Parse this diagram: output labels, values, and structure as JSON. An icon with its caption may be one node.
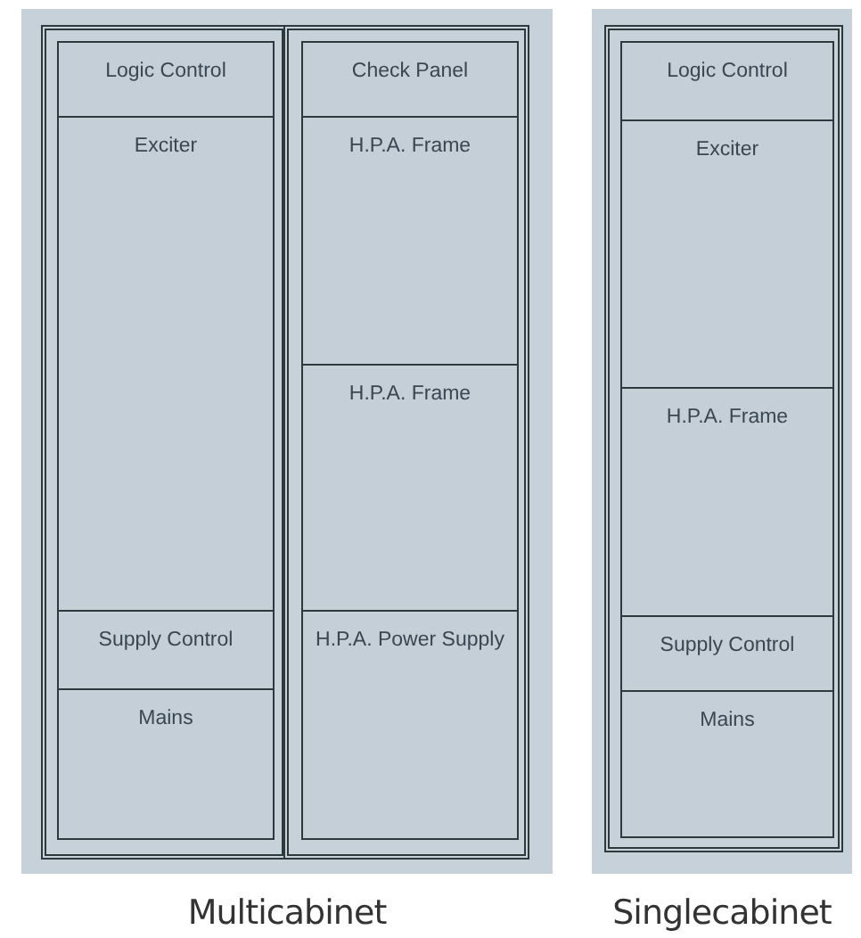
{
  "diagram": {
    "nodes": [
      {
        "text": [
          "Multicabinet"
        ]
      },
      {
        "text": [],
        "shape": "box",
        "in": 0
      },
      {
        "text": [
          "Logic Control"
        ],
        "in": 1
      },
      {
        "text": [
          "Exciter"
        ],
        "in": 1
      },
      {
        "text": [
          "Supply Control"
        ],
        "in": 1
      },
      {
        "text": [
          "Mains"
        ],
        "in": 1
      },
      {
        "text": [],
        "shape": "box",
        "in": 0
      },
      {
        "text": [
          "Check Panel"
        ],
        "in": 6
      },
      {
        "text": [
          "H.P.A. Frame"
        ],
        "in": 6
      },
      {
        "text": [
          "H.P.A. Frame"
        ],
        "in": 6
      },
      {
        "text": [
          "H.P.A. Power Supply"
        ],
        "in": 6
      },
      {
        "text": [
          "Singlecabinet"
        ]
      },
      {
        "text": [],
        "shape": "box",
        "in": 11
      },
      {
        "text": [
          "Logic Control"
        ],
        "in": 12
      },
      {
        "text": [
          "Exciter"
        ],
        "in": 12
      },
      {
        "text": [
          "H.P.A. Frame"
        ],
        "in": 12
      },
      {
        "text": [
          "Supply Control"
        ],
        "in": 12
      },
      {
        "text": [
          "Mains"
        ],
        "in": 12
      }
    ]
  }
}
